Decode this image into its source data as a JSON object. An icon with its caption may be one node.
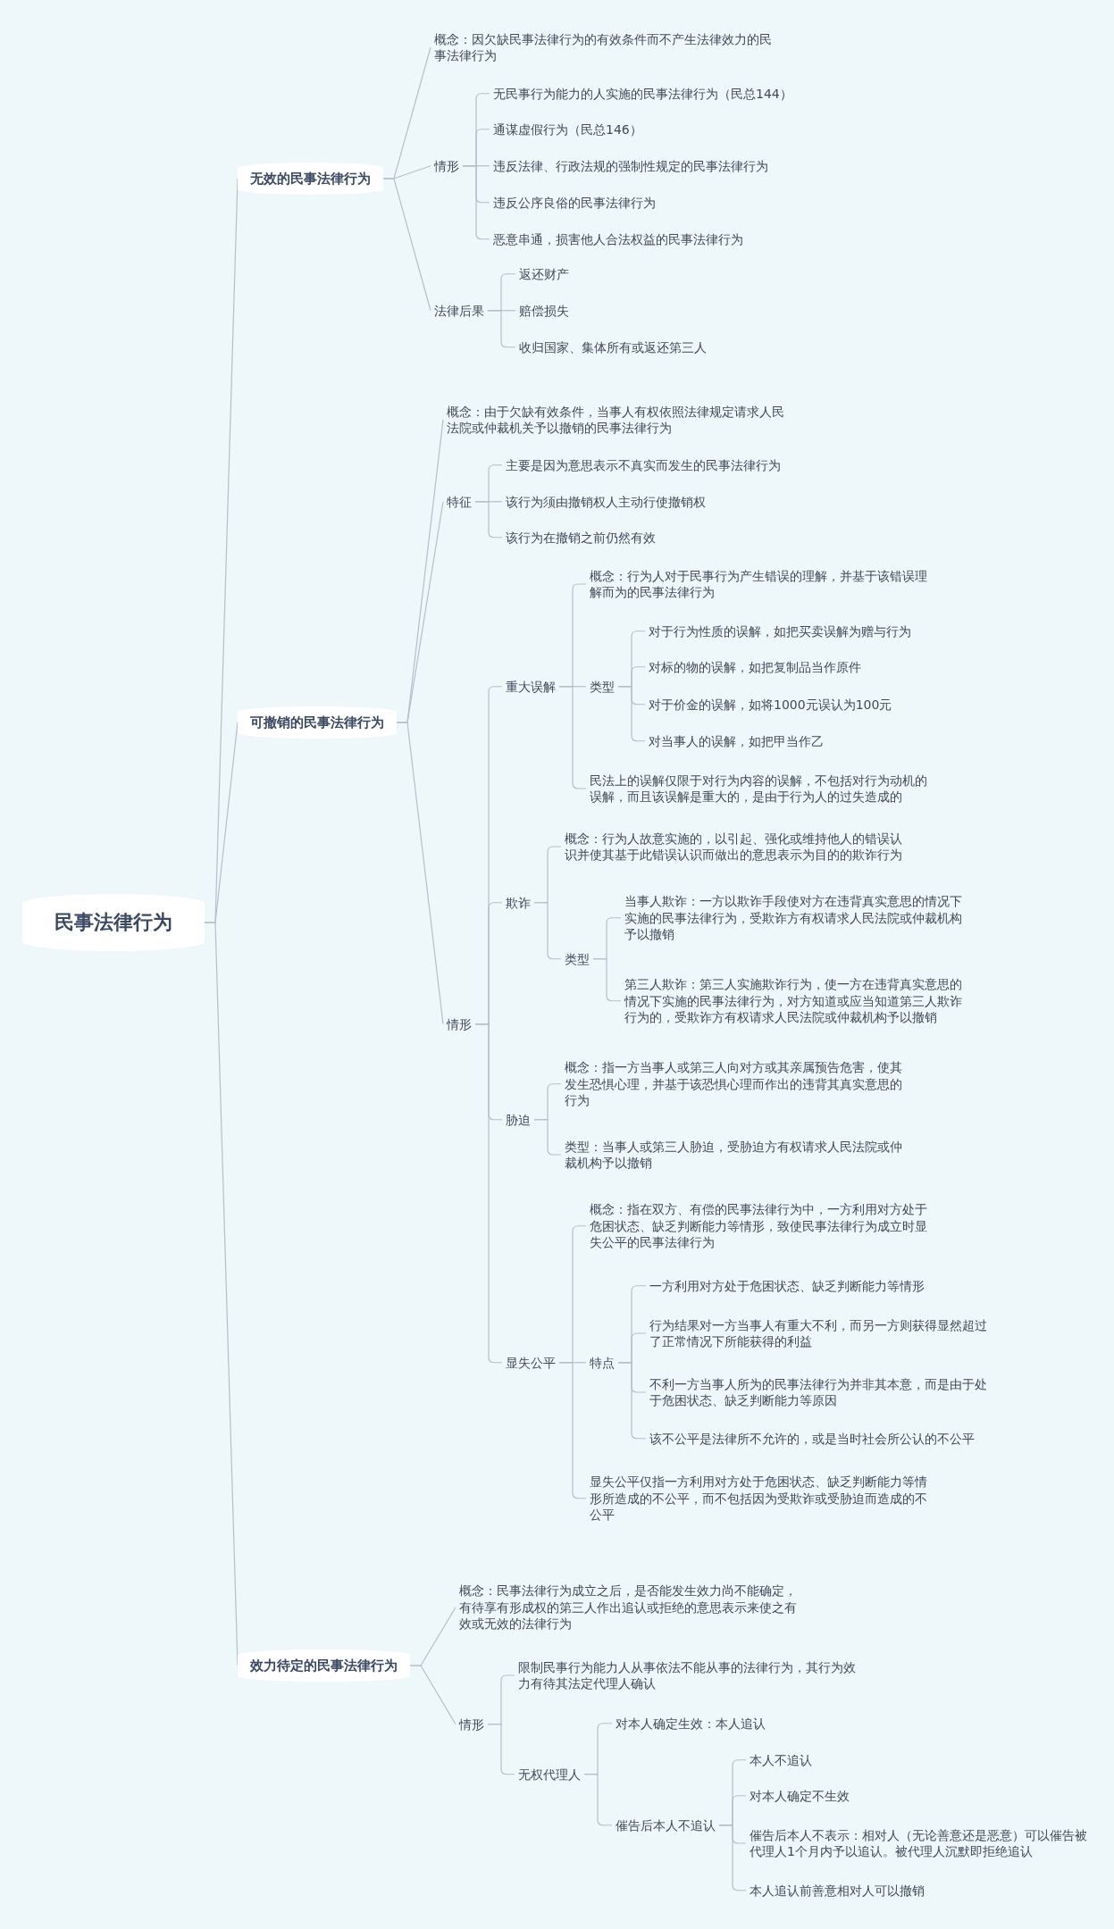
{
  "diagram": {
    "nodes": [
      {
        "text": [
          "民事法律行为"
        ]
      },
      {
        "text": [
          "无效的民事法律行为"
        ]
      },
      {
        "text": [
          "概念：因欠缺民事法律行为的有效条件而不产生法律效力的民事法律行为"
        ]
      },
      {
        "text": [
          "情形"
        ]
      },
      {
        "text": [
          "无民事行为能力的人实施的民事法律行为（民总144）"
        ]
      },
      {
        "text": [
          "通谋虚假行为（民总146）"
        ]
      },
      {
        "text": [
          "违反法律、行政法规的强制性规定的民事法律行为"
        ]
      },
      {
        "text": [
          "违反公序良俗的民事法律行为"
        ]
      },
      {
        "text": [
          "恶意串通，损害他人合法权益的民事法律行为"
        ]
      },
      {
        "text": [
          "法律后果"
        ]
      },
      {
        "text": [
          "返还财产"
        ]
      },
      {
        "text": [
          "赔偿损失"
        ]
      },
      {
        "text": [
          "收归国家、集体所有或返还第三人"
        ]
      },
      {
        "text": [
          "可撤销的民事法律行为"
        ]
      },
      {
        "text": [
          "概念：由于欠缺有效条件，当事人有权依照法律规定请求人民法院或仲裁机关予以撤销的民事法律行为"
        ]
      },
      {
        "text": [
          "特征"
        ]
      },
      {
        "text": [
          "主要是因为意思表示不真实而发生的民事法律行为"
        ]
      },
      {
        "text": [
          "该行为须由撤销权人主动行使撤销权"
        ]
      },
      {
        "text": [
          "该行为在撤销之前仍然有效"
        ]
      },
      {
        "text": [
          "情形"
        ]
      },
      {
        "text": [
          "重大误解"
        ]
      },
      {
        "text": [
          "概念：行为人对于民事行为产生错误的理解，并基于该错误理解而为的民事法律行为"
        ]
      },
      {
        "text": [
          "类型"
        ]
      },
      {
        "text": [
          "对于行为性质的误解，如把买卖误解为赠与行为"
        ]
      },
      {
        "text": [
          "对标的物的误解，如把复制品当作原件"
        ]
      },
      {
        "text": [
          "对于价金的误解，如将1000元误认为100元"
        ]
      },
      {
        "text": [
          "对当事人的误解，如把甲当作乙"
        ]
      },
      {
        "text": [
          "民法上的误解仅限于对行为内容的误解，不包括对行为动机的误解，而且该误解是重大的，是由于行为人的过失造成的"
        ]
      },
      {
        "text": [
          "欺诈"
        ]
      },
      {
        "text": [
          "概念：行为人故意实施的，以引起、强化或维持他人的错误认识并使其基于此错误认识而做出的意思表示为目的的欺诈行为"
        ]
      },
      {
        "text": [
          "类型"
        ]
      },
      {
        "text": [
          "当事人欺诈：一方以欺诈手段使对方在违背真实意思的情况下实施的民事法律行为，受欺诈方有权请求人民法院或仲裁机构予以撤销"
        ]
      },
      {
        "text": [
          "第三人欺诈：第三人实施欺诈行为，使一方在违背真实意思的情况下实施的民事法律行为，对方知道或应当知道第三人欺诈行为的，受欺诈方有权请求人民法院或仲裁机构予以撤销"
        ]
      },
      {
        "text": [
          "胁迫"
        ]
      },
      {
        "text": [
          "概念：指一方当事人或第三人向对方或其亲属预告危害，使其发生恐惧心理，并基于该恐惧心理而作出的违背其真实意思的行为"
        ]
      },
      {
        "text": [
          "类型：当事人或第三人胁迫，受胁迫方有权请求人民法院或仲裁机构予以撤销"
        ]
      },
      {
        "text": [
          "显失公平"
        ]
      },
      {
        "text": [
          "概念：指在双方、有偿的民事法律行为中，一方利用对方处于危困状态、缺乏判断能力等情形，致使民事法律行为成立时显失公平的民事法律行为"
        ]
      },
      {
        "text": [
          "特点"
        ]
      },
      {
        "text": [
          "一方利用对方处于危困状态、缺乏判断能力等情形"
        ]
      },
      {
        "text": [
          "行为结果对一方当事人有重大不利，而另一方则获得显然超过了正常情况下所能获得的利益"
        ]
      },
      {
        "text": [
          "不利一方当事人所为的民事法律行为并非其本意，而是由于处于危困状态、缺乏判断能力等原因"
        ]
      },
      {
        "text": [
          "该不公平是法律所不允许的，或是当时社会所公认的不公平"
        ]
      },
      {
        "text": [
          "显失公平仅指一方利用对方处于危困状态、缺乏判断能力等情形所造成的不公平，而不包括因为受欺诈或受胁迫而造成的不公平"
        ]
      },
      {
        "text": [
          "效力待定的民事法律行为"
        ]
      },
      {
        "text": [
          "概念：民事法律行为成立之后，是否能发生效力尚不能确定，有待享有形成权的第三人作出追认或拒绝的意思表示来使之有效或无效的法律行为"
        ]
      },
      {
        "text": [
          "情形"
        ]
      },
      {
        "text": [
          "限制民事行为能力人从事依法不能从事的法律行为，其行为效力有待其法定代理人确认"
        ]
      },
      {
        "text": [
          "无权代理人"
        ]
      },
      {
        "text": [
          "对本人确定生效：本人追认"
        ]
      },
      {
        "text": [
          "催告后本人不追认"
        ]
      },
      {
        "text": [
          "本人不追认"
        ]
      },
      {
        "text": [
          "对本人确定不生效"
        ]
      },
      {
        "text": [
          "催告后本人不表示：相对人（无论善意还是恶意）可以催告被代理人1个月内予以追认。被代理人沉默即拒绝追认"
        ]
      },
      {
        "text": [
          "本人追认前善意相对人可以撤销"
        ]
      }
    ],
    "edges": [
      {
        "from": 0,
        "to": 1,
        "arrow": "none"
      },
      {
        "from": 0,
        "to": 13,
        "arrow": "none"
      },
      {
        "from": 0,
        "to": 44,
        "arrow": "none"
      },
      {
        "from": 1,
        "to": 2,
        "arrow": "none"
      },
      {
        "from": 1,
        "to": 3,
        "arrow": "none"
      },
      {
        "from": 1,
        "to": 9,
        "arrow": "none"
      },
      {
        "from": 3,
        "to": 4,
        "arrow": "none"
      },
      {
        "from": 3,
        "to": 5,
        "arrow": "none"
      },
      {
        "from": 3,
        "to": 6,
        "arrow": "none"
      },
      {
        "from": 3,
        "to": 7,
        "arrow": "none"
      },
      {
        "from": 3,
        "to": 8,
        "arrow": "none"
      },
      {
        "from": 9,
        "to": 10,
        "arrow": "none"
      },
      {
        "from": 9,
        "to": 11,
        "arrow": "none"
      },
      {
        "from": 9,
        "to": 12,
        "arrow": "none"
      },
      {
        "from": 13,
        "to": 14,
        "arrow": "none"
      },
      {
        "from": 13,
        "to": 15,
        "arrow": "none"
      },
      {
        "from": 13,
        "to": 19,
        "arrow": "none"
      },
      {
        "from": 15,
        "to": 16,
        "arrow": "none"
      },
      {
        "from": 15,
        "to": 17,
        "arrow": "none"
      },
      {
        "from": 15,
        "to": 18,
        "arrow": "none"
      },
      {
        "from": 19,
        "to": 20,
        "arrow": "none"
      },
      {
        "from": 19,
        "to": 28,
        "arrow": "none"
      },
      {
        "from": 19,
        "to": 33,
        "arrow": "none"
      },
      {
        "from": 19,
        "to": 36,
        "arrow": "none"
      },
      {
        "from": 20,
        "to": 21,
        "arrow": "none"
      },
      {
        "from": 20,
        "to": 22,
        "arrow": "none"
      },
      {
        "from": 20,
        "to": 27,
        "arrow": "none"
      },
      {
        "from": 22,
        "to": 23,
        "arrow": "none"
      },
      {
        "from": 22,
        "to": 24,
        "arrow": "none"
      },
      {
        "from": 22,
        "to": 25,
        "arrow": "none"
      },
      {
        "from": 22,
        "to": 26,
        "arrow": "none"
      },
      {
        "from": 28,
        "to": 29,
        "arrow": "none"
      },
      {
        "from": 28,
        "to": 30,
        "arrow": "none"
      },
      {
        "from": 30,
        "to": 31,
        "arrow": "none"
      },
      {
        "from": 30,
        "to": 32,
        "arrow": "none"
      },
      {
        "from": 33,
        "to": 34,
        "arrow": "none"
      },
      {
        "from": 33,
        "to": 35,
        "arrow": "none"
      },
      {
        "from": 36,
        "to": 37,
        "arrow": "none"
      },
      {
        "from": 36,
        "to": 38,
        "arrow": "none"
      },
      {
        "from": 36,
        "to": 43,
        "arrow": "none"
      },
      {
        "from": 38,
        "to": 39,
        "arrow": "none"
      },
      {
        "from": 38,
        "to": 40,
        "arrow": "none"
      },
      {
        "from": 38,
        "to": 41,
        "arrow": "none"
      },
      {
        "from": 38,
        "to": 42,
        "arrow": "none"
      },
      {
        "from": 44,
        "to": 45,
        "arrow": "none"
      },
      {
        "from": 44,
        "to": 46,
        "arrow": "none"
      },
      {
        "from": 46,
        "to": 47,
        "arrow": "none"
      },
      {
        "from": 46,
        "to": 48,
        "arrow": "none"
      },
      {
        "from": 48,
        "to": 49,
        "arrow": "none"
      },
      {
        "from": 48,
        "to": 50,
        "arrow": "none"
      },
      {
        "from": 50,
        "to": 51,
        "arrow": "none"
      },
      {
        "from": 50,
        "to": 52,
        "arrow": "none"
      },
      {
        "from": 50,
        "to": 53,
        "arrow": "none"
      },
      {
        "from": 50,
        "to": 54,
        "arrow": "none"
      }
    ]
  }
}
